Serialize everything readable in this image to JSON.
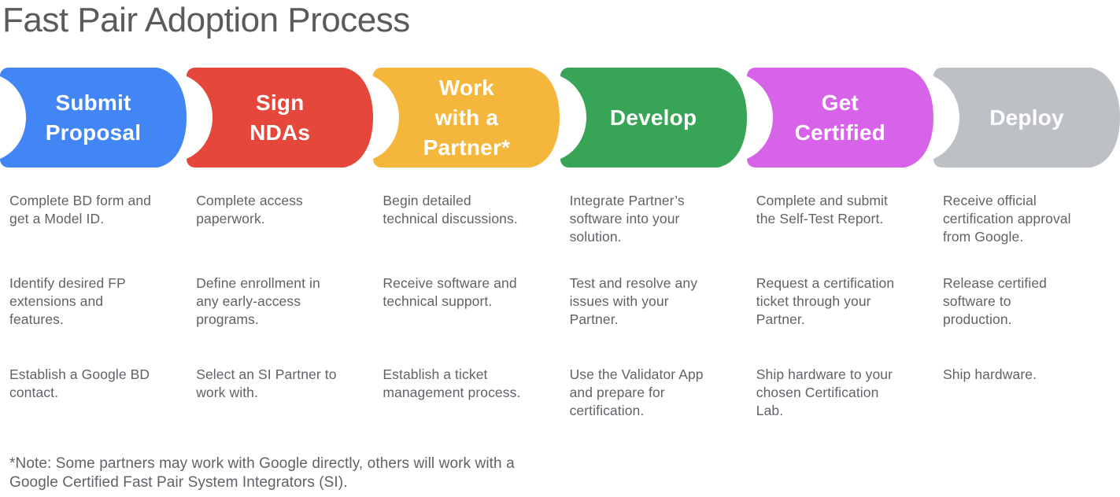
{
  "title": "Fast Pair Adoption Process",
  "note": "*Note: Some partners may work with Google directly, others will work with a\nGoogle Certified Fast Pair System Integrators (SI).",
  "stages": [
    {
      "id": "submit-proposal",
      "label": "Submit\nProposal",
      "color": "#4285F4",
      "steps": [
        "Complete BD form and\nget a Model ID.",
        "Identify desired FP\nextensions and\nfeatures.",
        "Establish a Google BD\ncontact."
      ]
    },
    {
      "id": "sign-ndas",
      "label": "Sign\nNDAs",
      "color": "#E5473B",
      "steps": [
        "Complete access\npaperwork.",
        "Define enrollment in\nany early-access\nprograms.",
        "Select an SI Partner to\nwork with."
      ]
    },
    {
      "id": "work-with-a-partner",
      "label": "Work\nwith a\nPartner*",
      "color": "#F4B73B",
      "steps": [
        "Begin detailed\ntechnical discussions.",
        "Receive software and\ntechnical support.",
        "Establish a ticket\nmanagement process."
      ]
    },
    {
      "id": "develop",
      "label": "Develop",
      "color": "#37A456",
      "steps": [
        "Integrate Partner’s\nsoftware into your\nsolution.",
        "Test and resolve any\nissues with your\nPartner.",
        "Use the Validator App\nand prepare for\ncertification."
      ]
    },
    {
      "id": "get-certified",
      "label": "Get\nCertified",
      "color": "#D763E8",
      "steps": [
        "Complete and submit\nthe Self-Test Report.",
        "Request a certification\nticket through your\nPartner.",
        "Ship hardware to your\nchosen Certification\nLab."
      ]
    },
    {
      "id": "deploy",
      "label": "Deploy",
      "color": "#BDC1C6",
      "steps": [
        "Receive official\ncertification approval\nfrom Google.",
        "Release certified\nsoftware to\nproduction.",
        "Ship hardware."
      ]
    }
  ]
}
